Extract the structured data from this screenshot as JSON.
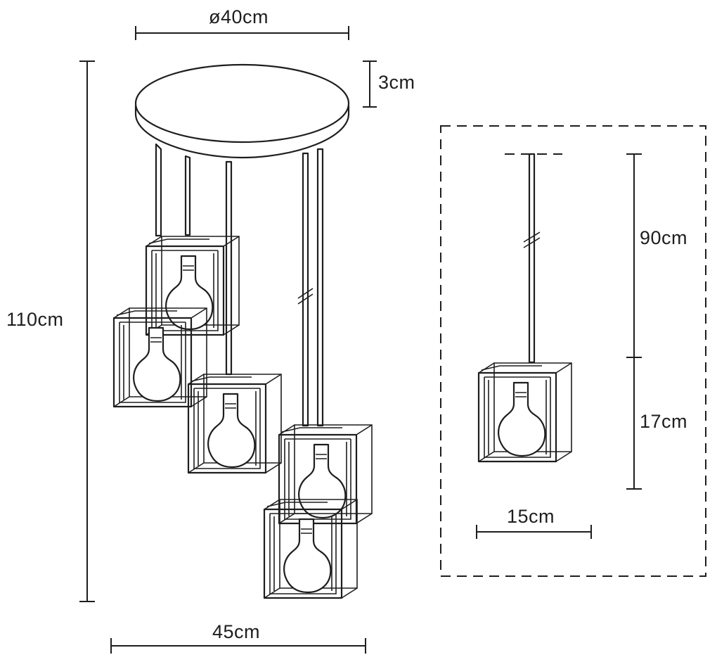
{
  "dimensions": {
    "canopy_diameter": "ø40cm",
    "canopy_height": "3cm",
    "total_height": "110cm",
    "total_width": "45cm",
    "cable_length": "90cm",
    "shade_height": "17cm",
    "shade_width": "15cm"
  },
  "colors": {
    "line": "#1e1e1e",
    "background": "#ffffff"
  },
  "icons": [
    "pendant-lamp-cluster-drawing",
    "single-pendant-lamp-drawing",
    "light-bulb-icon",
    "cage-shade-icon"
  ]
}
